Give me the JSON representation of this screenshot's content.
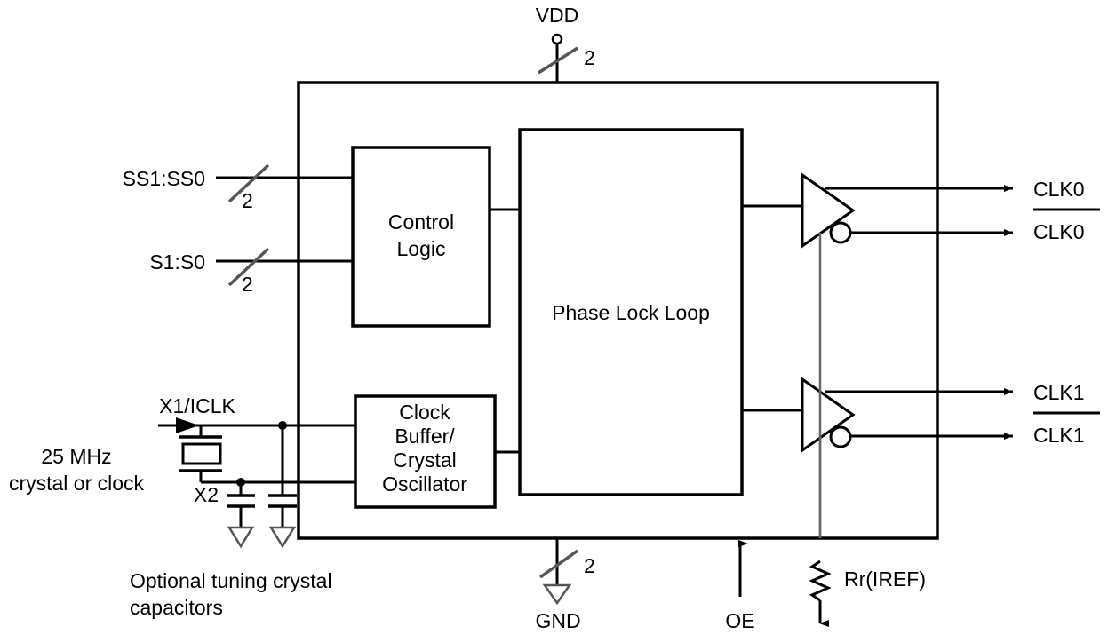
{
  "diagram": {
    "title": "Clock generator block diagram",
    "colors": {
      "line": "#000000",
      "text": "#000000",
      "background": "#ffffff"
    },
    "blocks": [
      {
        "id": "control_logic",
        "label_lines": [
          "Control",
          "Logic"
        ]
      },
      {
        "id": "pll",
        "label_lines": [
          "Phase Lock Loop"
        ]
      },
      {
        "id": "clock_buffer",
        "label_lines": [
          "Clock",
          "Buffer/",
          "Crystal",
          "Oscillator"
        ]
      }
    ],
    "labels": {
      "vdd": "VDD",
      "vdd_bus_width": "2",
      "ss_bus": "SS1:SS0",
      "ss_bus_width": "2",
      "s_bus": "S1:S0",
      "s_bus_width": "2",
      "x1_iclk": "X1/ICLK",
      "x2": "X2",
      "crystal_note_line1": "25 MHz",
      "crystal_note_line2": "crystal or clock",
      "cap_note_line1": "Optional tuning crystal",
      "cap_note_line2": "capacitors",
      "gnd": "GND",
      "gnd_bus_width": "2",
      "oe": "OE",
      "rr_iref": "Rr(IREF)",
      "clk0": "CLK0",
      "clk0_bar": "CLK0",
      "clk1": "CLK1",
      "clk1_bar": "CLK1"
    },
    "block_text": {
      "control_logic_1": "Control",
      "control_logic_2": "Logic",
      "pll_1": "Phase Lock Loop",
      "clock_buffer_1": "Clock",
      "clock_buffer_2": "Buffer/",
      "clock_buffer_3": "Crystal",
      "clock_buffer_4": "Oscillator"
    }
  }
}
